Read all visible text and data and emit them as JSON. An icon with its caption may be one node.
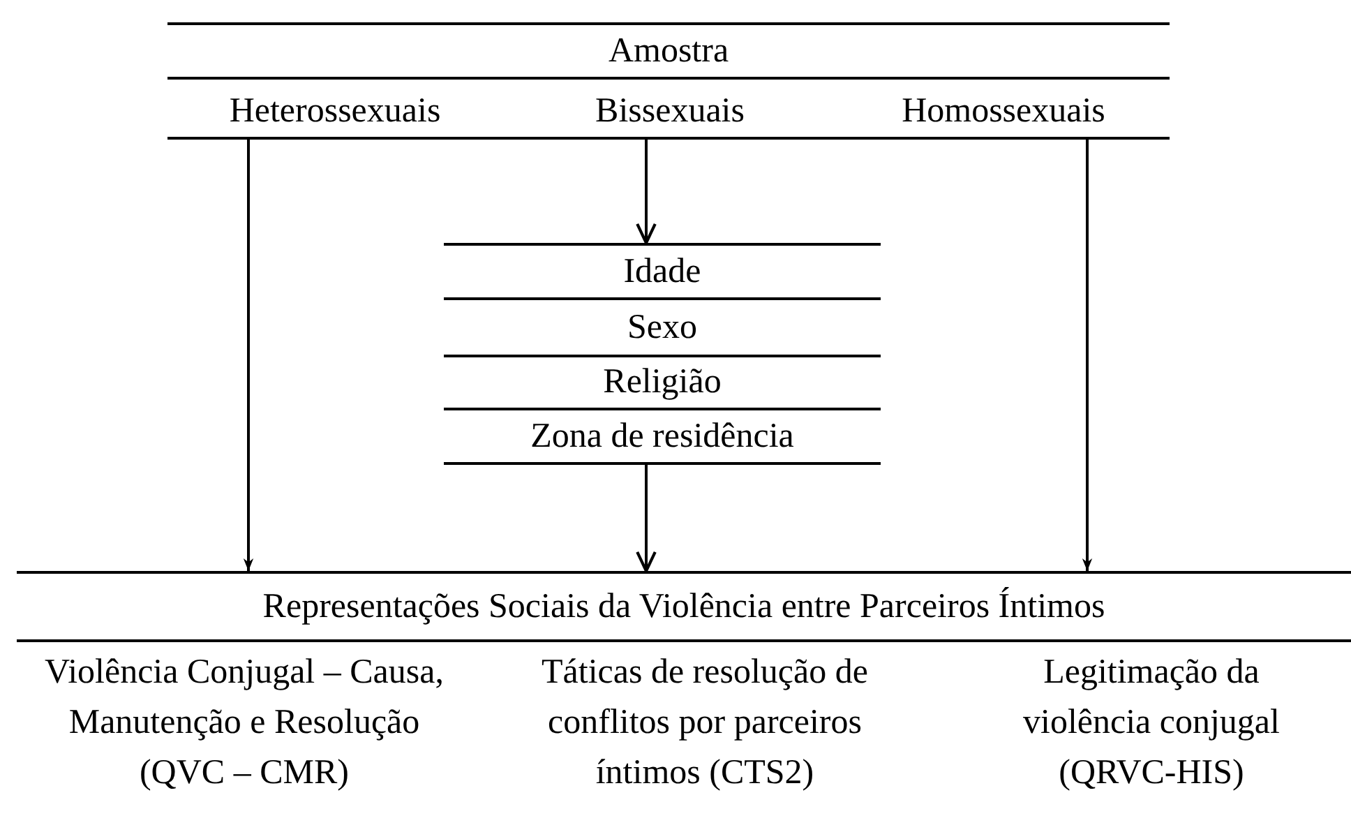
{
  "diagram": {
    "nodes": [
      {
        "text": [
          "Amostra"
        ]
      },
      {
        "text": [
          "Heterossexuais"
        ],
        "in": 0
      },
      {
        "text": [
          "Bissexuais"
        ],
        "in": 0
      },
      {
        "text": [
          "Homossexuais"
        ],
        "in": 0
      },
      {
        "text": [],
        "shape": "box"
      },
      {
        "text": [
          "Idade"
        ],
        "in": 4
      },
      {
        "text": [
          "Sexo"
        ],
        "in": 4
      },
      {
        "text": [
          "Religião"
        ],
        "in": 4
      },
      {
        "text": [
          "Zona de residência"
        ],
        "in": 4
      },
      {
        "text": [
          "Representações Sociais da Violência entre Parceiros Íntimos"
        ]
      },
      {
        "text": [
          "Violência Conjugal – Causa, Manutenção e Resolução (QVC – CMR)"
        ],
        "in": 9
      },
      {
        "text": [
          "Táticas de resolução de conflitos por parceiros íntimos (CTS2)"
        ],
        "in": 9
      },
      {
        "text": [
          "Legitimação da violência conjugal (QRVC-HIS)"
        ],
        "in": 9
      }
    ],
    "edges": [
      {
        "from": 1,
        "to": 9,
        "arrow": "to"
      },
      {
        "from": 2,
        "to": 4,
        "arrow": "to"
      },
      {
        "from": 4,
        "to": 9,
        "arrow": "to"
      },
      {
        "from": 3,
        "to": 9,
        "arrow": "to"
      }
    ]
  }
}
